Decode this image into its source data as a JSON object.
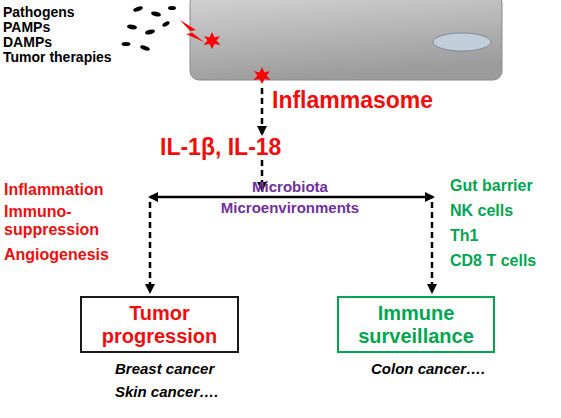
{
  "diagram": {
    "nodes": [
      {
        "text": [
          "Tumor progression"
        ]
      },
      {
        "text": [
          "Immune surveillance"
        ]
      }
    ],
    "labels": [
      "Pathogens",
      "PAMPs",
      "DAMPs",
      "Tumor therapies",
      "Inflammasome",
      "IL-1β, IL-18",
      "Microbiota",
      "Microenvironments",
      "Inflammation",
      "Immuno- suppression",
      "Angiogenesis",
      "Gut barrier",
      "NK cells",
      "Th1",
      "CD8 T cells",
      "Breast cancer",
      "Skin cancer….",
      "Colon cancer…."
    ]
  }
}
